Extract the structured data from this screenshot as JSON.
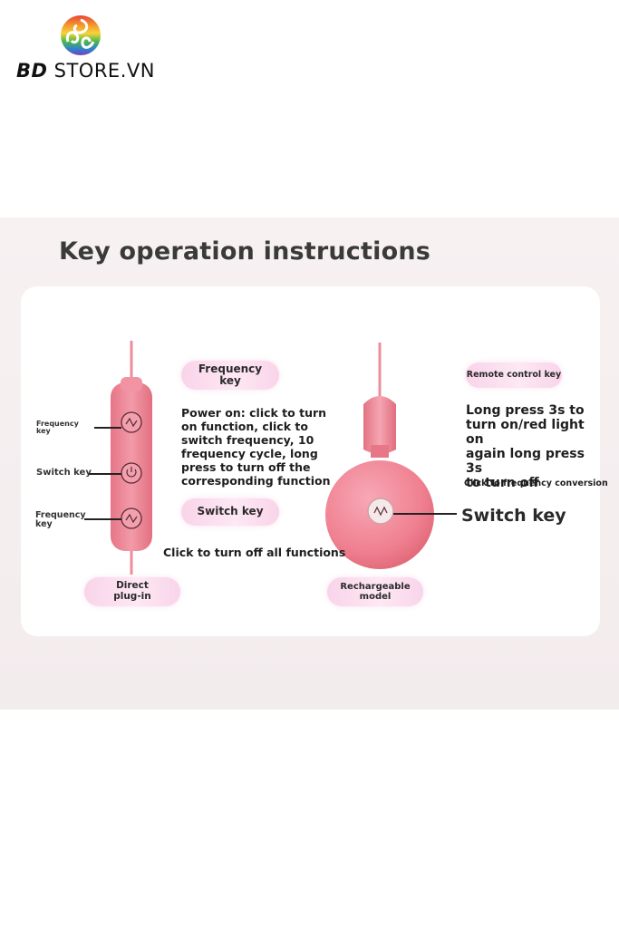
{
  "brand": {
    "logo_bd": "BD",
    "logo_store": "STORE.VN"
  },
  "heading": "Key operation instructions",
  "left_device": {
    "pill_top": "Frequency key",
    "pill_top_line1": "Frequency",
    "pill_top_line2": "key",
    "description": "Power on: click to turn on function, click to switch frequency, 10 frequency cycle, long press to turn off the corresponding function",
    "desc_lines": [
      "Power on: click to turn",
      "on function, click to",
      "switch frequency, 10",
      "frequency cycle, long",
      "press to turn off the",
      "corresponding function"
    ],
    "pill_switch": "Switch key",
    "switch_note": "Click to turn off all functions",
    "labels": {
      "freq_top": [
        "Frequency",
        "key"
      ],
      "switch": "Switch key",
      "freq_bottom": [
        "Frequency",
        "key"
      ]
    },
    "pill_bottom": [
      "Direct",
      "plug-in"
    ]
  },
  "right_device": {
    "pill_top": "Remote control key",
    "description_lines": [
      "Long press 3s to",
      "turn on/red light on",
      "again long press 3s",
      "to turn off"
    ],
    "note": "Click to frequency conversion",
    "switch_label": "Switch key",
    "pill_bottom": [
      "Rechargeable",
      "model"
    ]
  },
  "colors": {
    "pink": "#ee8a9b",
    "pink_dark": "#e07787",
    "pill": "#f9d4ea"
  },
  "icons": [
    "logo-icon",
    "wave-icon",
    "power-icon",
    "wave-icon",
    "wave-icon"
  ]
}
